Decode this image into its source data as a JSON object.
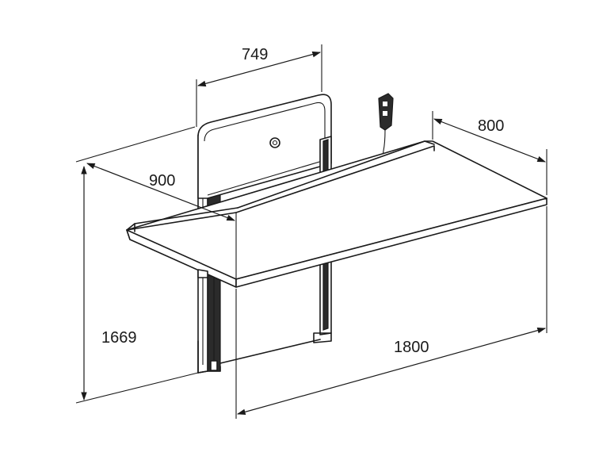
{
  "diagram": {
    "dimensions": {
      "width_backrest": "749",
      "depth_table": "800",
      "wall_offset": "900",
      "height_total": "1669",
      "length_table": "1800"
    }
  }
}
